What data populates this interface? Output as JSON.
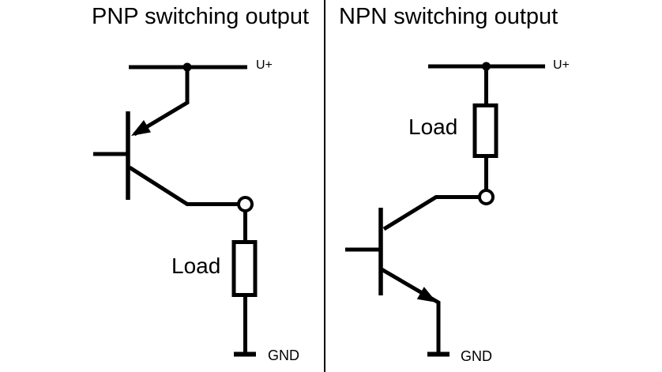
{
  "canvas": {
    "background": "#ffffff",
    "line_color": "#000000"
  },
  "panels": [
    {
      "id": "pnp",
      "title": "PNP switching output",
      "transistor_type": "PNP",
      "labels": {
        "supply": "U+",
        "load": "Load",
        "ground": "GND"
      }
    },
    {
      "id": "npn",
      "title": "NPN switching output",
      "transistor_type": "NPN",
      "labels": {
        "supply": "U+",
        "load": "Load",
        "ground": "GND"
      }
    }
  ]
}
